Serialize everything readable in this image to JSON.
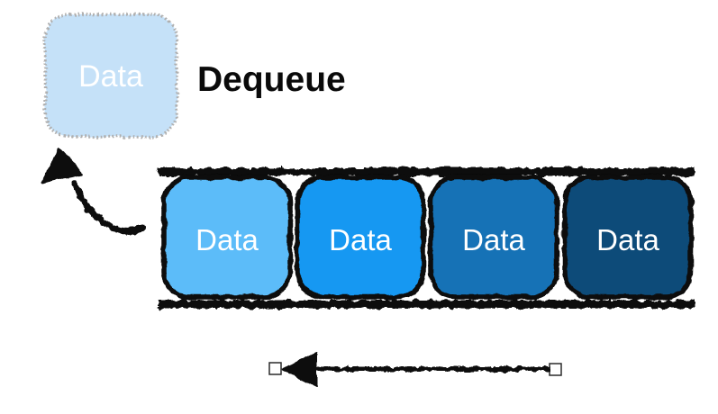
{
  "title": {
    "text": "Dequeue",
    "color": "#0a0a0a"
  },
  "dequeued_item": {
    "label": "Data",
    "fill": "#c5e1f8",
    "border_color": "#b0b0b0",
    "text_color": "#ffffff"
  },
  "queue": {
    "rail_color": "#0d0d0d",
    "item_border_color": "#0a0a0a",
    "item_text_color": "#ffffff",
    "items": [
      {
        "label": "Data",
        "fill": "#5bbcf9"
      },
      {
        "label": "Data",
        "fill": "#1598f2"
      },
      {
        "label": "Data",
        "fill": "#1272b6"
      },
      {
        "label": "Data",
        "fill": "#114b79"
      }
    ]
  },
  "arrows": {
    "dequeue_arrow_color": "#0d0d0d",
    "direction_arrow_color": "#0d0d0d",
    "handle_fill": "#ffffff",
    "handle_border": "#2a2a2a"
  }
}
